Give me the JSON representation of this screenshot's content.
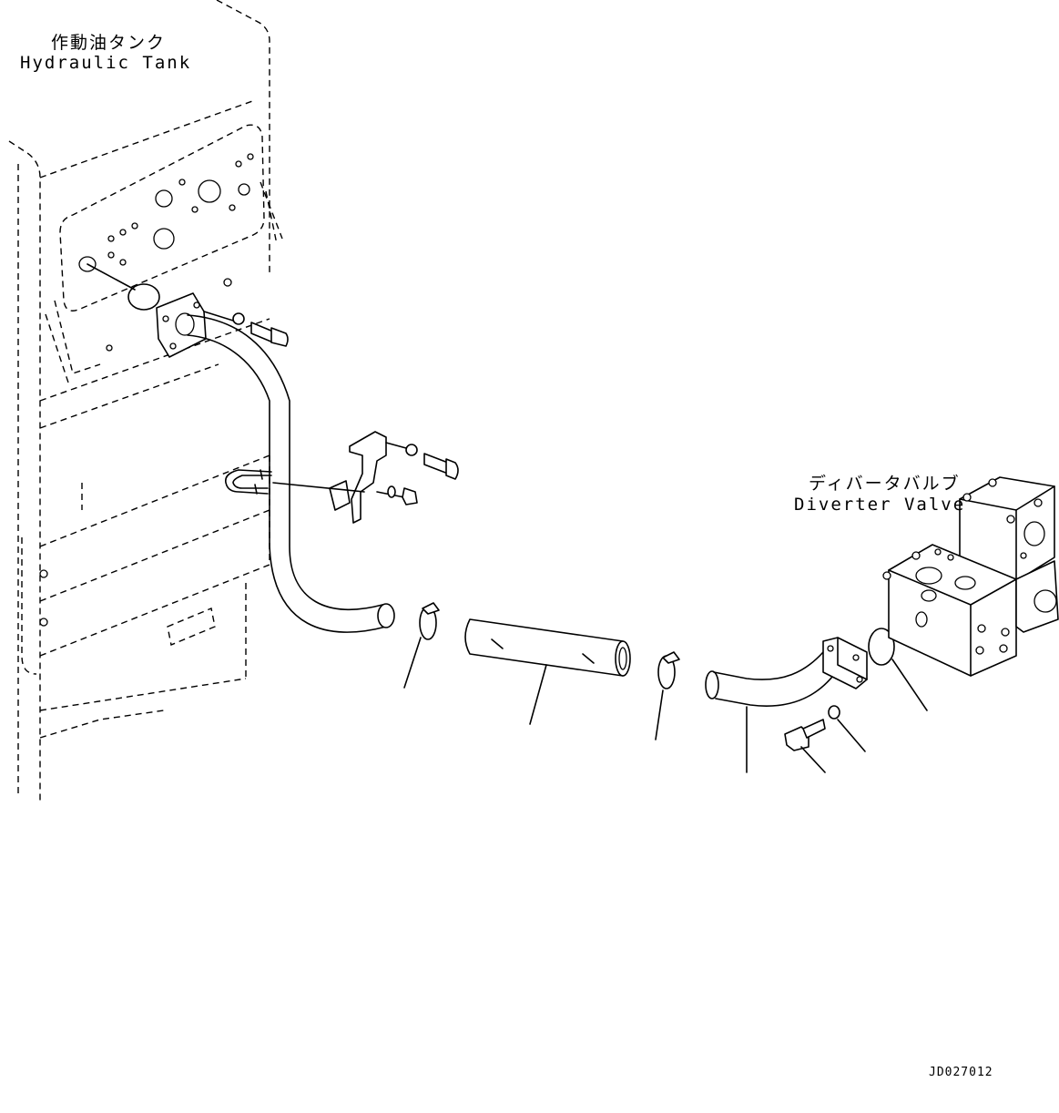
{
  "labels": {
    "hydraulic_tank_jp": "作動油タンク",
    "hydraulic_tank_en": "Hydraulic Tank",
    "diverter_valve_jp": "ディバータバルブ",
    "diverter_valve_en": "Diverter Valve",
    "drawing_id": "JD027012"
  }
}
